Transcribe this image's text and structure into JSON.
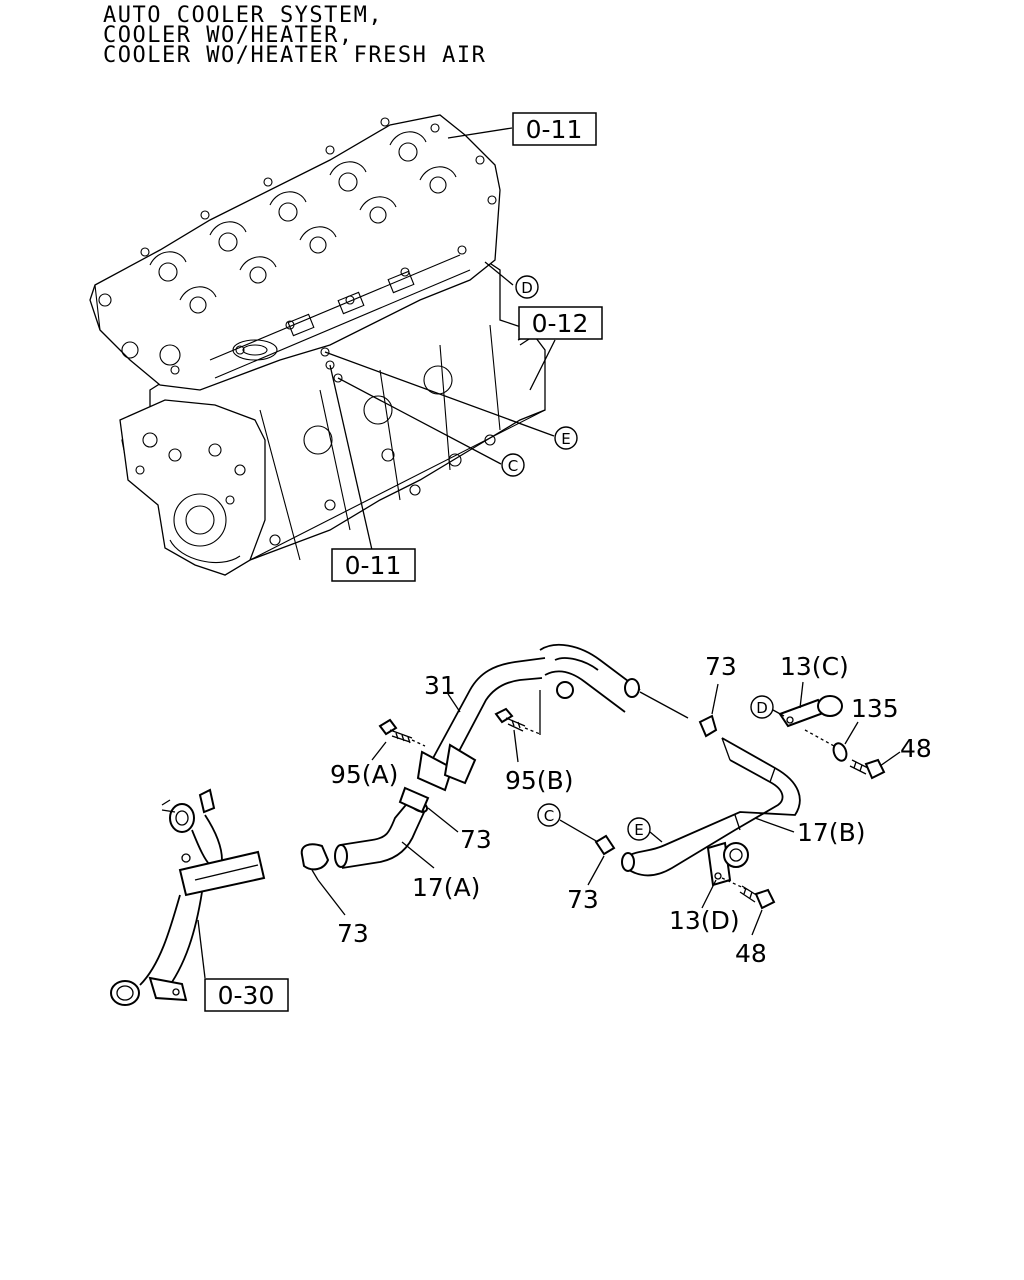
{
  "title": {
    "lines": [
      "AUTO COOLER SYSTEM,",
      "COOLER WO/HEATER,",
      "COOLER WO/HEATER FRESH AIR"
    ]
  },
  "references": {
    "top_block": "0-11",
    "block_side": "0-12",
    "block_bottom": "0-11",
    "water_pipe": "0-30"
  },
  "connection_markers": {
    "d_engine": "D",
    "e_engine": "E",
    "c_engine": "C",
    "d_clip": "D",
    "c_hose": "C",
    "e_hose": "E"
  },
  "part_labels": {
    "p31": "31",
    "p73_a": "73",
    "p13c": "13(C)",
    "p135": "135",
    "p48_a": "48",
    "p95a": "95(A)",
    "p95b": "95(B)",
    "p73_b": "73",
    "p17b": "17(B)",
    "p17a": "17(A)",
    "p73_c": "73",
    "p73_d": "73",
    "p13d": "13(D)",
    "p48_b": "48"
  }
}
